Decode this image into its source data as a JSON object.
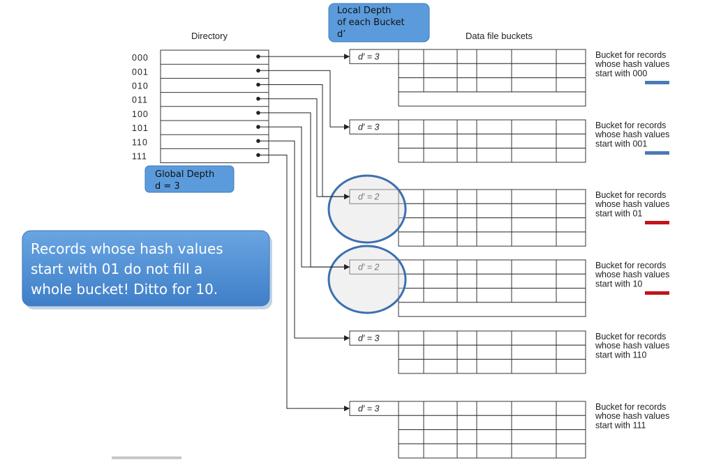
{
  "directory": {
    "title": "Directory",
    "entries": [
      "000",
      "001",
      "010",
      "011",
      "100",
      "101",
      "110",
      "111"
    ]
  },
  "buckets_heading": "Data file buckets",
  "buckets": [
    {
      "depth_label": "d′ = 3",
      "desc": [
        "Bucket for records",
        "whose hash values",
        "start with 000"
      ],
      "rows": 4,
      "full_rows": 3,
      "highlight": false,
      "underline_color": "#4a7ab8"
    },
    {
      "depth_label": "d′ = 3",
      "desc": [
        "Bucket for records",
        "whose hash values",
        "start with 001"
      ],
      "rows": 3,
      "full_rows": 3,
      "highlight": false,
      "underline_color": "#4a7ab8"
    },
    {
      "depth_label": "d′ = 2",
      "desc": [
        "Bucket for records",
        "whose hash values",
        "start with 01"
      ],
      "rows": 4,
      "full_rows": 4,
      "highlight": true,
      "underline_color": "#c0141c"
    },
    {
      "depth_label": "d′ = 2",
      "desc": [
        "Bucket for records",
        "whose hash values",
        "start with 10"
      ],
      "rows": 4,
      "full_rows": 3,
      "highlight": true,
      "underline_color": "#c0141c"
    },
    {
      "depth_label": "d′ = 3",
      "desc": [
        "Bucket for records",
        "whose hash values",
        "start with 110"
      ],
      "rows": 3,
      "full_rows": 3,
      "highlight": false,
      "underline_color": null
    },
    {
      "depth_label": "d′ = 3",
      "desc": [
        "Bucket for records",
        "whose hash values",
        "start with 111"
      ],
      "rows": 4,
      "full_rows": 4,
      "highlight": false,
      "underline_color": null
    }
  ],
  "pointer_targets": [
    0,
    1,
    2,
    2,
    3,
    3,
    4,
    5
  ],
  "callouts": {
    "local_depth": [
      "Local Depth",
      "of each Bucket",
      "d’"
    ],
    "global_depth": [
      "Global Depth",
      "d = 3"
    ],
    "note": [
      "Records whose hash values",
      "start with 01 do not fill a",
      "whole bucket! Ditto for 10."
    ]
  },
  "colors": {
    "callout_fill": "#5b9bdc",
    "callout_stroke": "#3e78b8",
    "note_fill": "#4f8fd6",
    "circle_stroke": "#3e6fb0",
    "line": "#222222"
  }
}
